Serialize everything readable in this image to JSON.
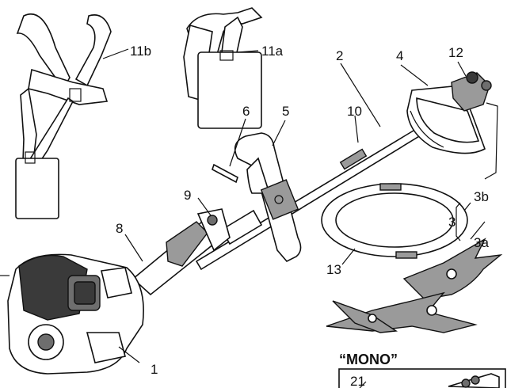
{
  "labels": {
    "l1": "1",
    "l2": "2",
    "l3": "3",
    "l3a": "3a",
    "l3b": "3b",
    "l4": "4",
    "l5": "5",
    "l6": "6",
    "l8": "8",
    "l9": "9",
    "l10": "10",
    "l11a": "11a",
    "l11b": "11b",
    "l12": "12",
    "l13": "13",
    "l21": "21"
  },
  "inset": {
    "title": "“MONO”"
  },
  "colors": {
    "line": "#111111",
    "metal": "#9a9a9a",
    "engine": "#3a3a3a"
  }
}
